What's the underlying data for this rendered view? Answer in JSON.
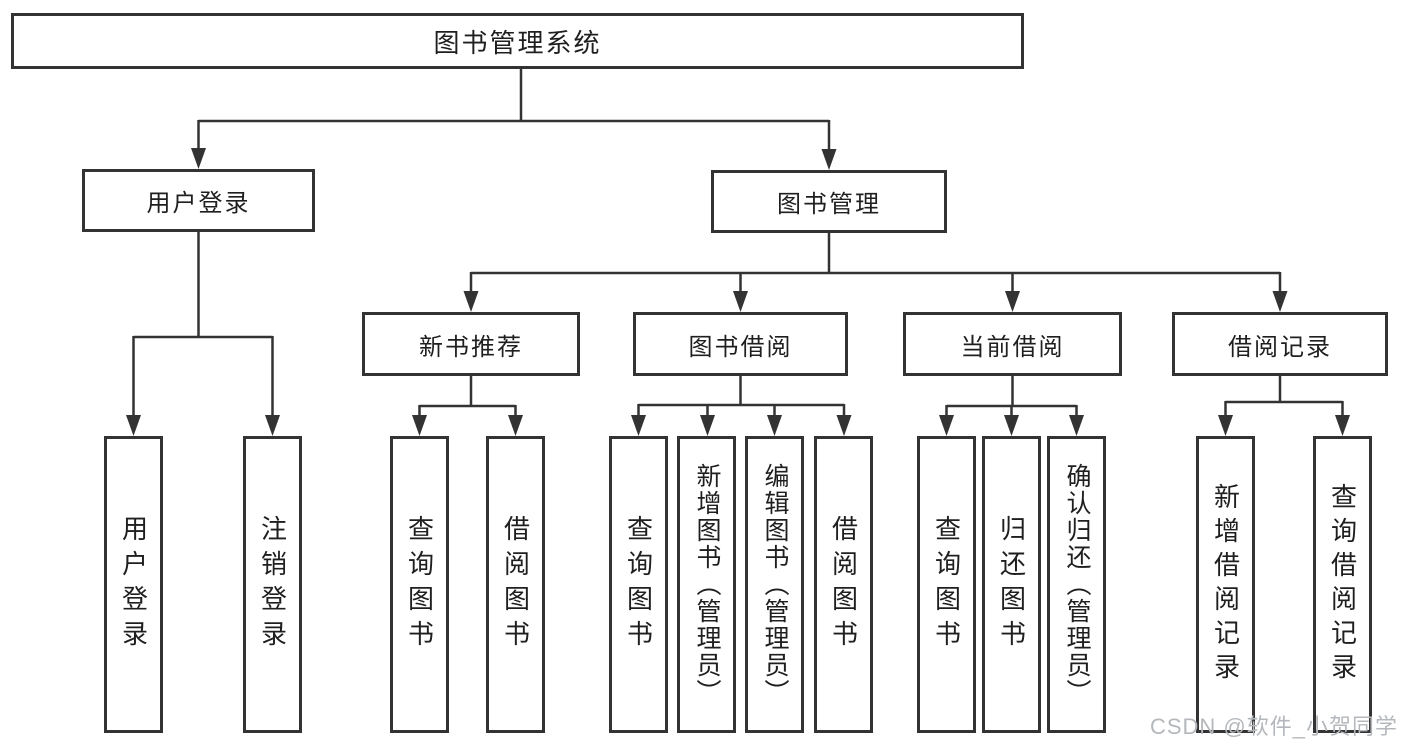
{
  "colors": {
    "line": "#333333",
    "text": "#1f1f1f",
    "background": "#ffffff",
    "watermark": "#b4b8bc"
  },
  "watermark": {
    "text": "CSDN @软件_小贺同学"
  },
  "tree": {
    "root": {
      "label": "图书管理系统"
    },
    "user_login": {
      "label": "用户登录",
      "children": [
        {
          "label": "用户登录"
        },
        {
          "label": "注销登录"
        }
      ]
    },
    "book_mgmt": {
      "label": "图书管理",
      "sections": [
        {
          "label": "新书推荐",
          "children": [
            {
              "label": "查询图书"
            },
            {
              "label": "借阅图书"
            }
          ]
        },
        {
          "label": "图书借阅",
          "children": [
            {
              "label": "查询图书"
            },
            {
              "label": "新增图书（管理员）"
            },
            {
              "label": "编辑图书（管理员）"
            },
            {
              "label": "借阅图书"
            }
          ]
        },
        {
          "label": "当前借阅",
          "children": [
            {
              "label": "查询图书"
            },
            {
              "label": "归还图书"
            },
            {
              "label": "确认归还（管理员）"
            }
          ]
        },
        {
          "label": "借阅记录",
          "children": [
            {
              "label": "新增借阅记录"
            },
            {
              "label": "查询借阅记录"
            }
          ]
        }
      ]
    }
  }
}
